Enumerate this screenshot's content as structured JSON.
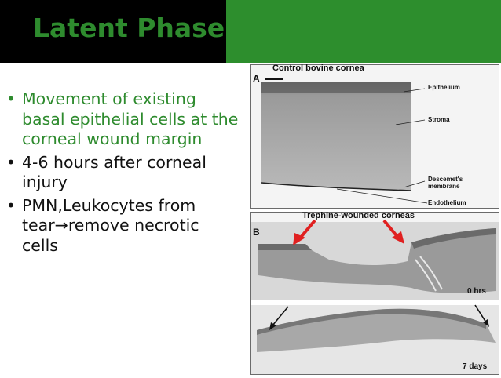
{
  "slide": {
    "title": "Latent Phase",
    "bullets": [
      {
        "text": "Movement of existing basal epithelial cells at the corneal wound margin",
        "color": "#2e8b2e"
      },
      {
        "text": "4-6 hours after corneal injury",
        "color": "#111111"
      },
      {
        "text": "PMN,Leukocytes from tear→remove necrotic cells",
        "color": "#111111"
      }
    ]
  },
  "figure": {
    "panel_a": {
      "letter": "A",
      "title": "Control bovine cornea",
      "labels": {
        "epithelium": "Epithelium",
        "stroma": "Stroma",
        "descemets_line1": "Descemet's",
        "descemets_line2": "membrane",
        "endothelium": "Endothelium"
      }
    },
    "panel_b": {
      "letter": "B",
      "title": "Trephine-wounded corneas",
      "time_top": "0 hrs",
      "time_bottom": "7 days"
    }
  },
  "colors": {
    "title_bg": "#000000",
    "title_text": "#2e8b2e",
    "header_band": "#2d8e2d",
    "arrow_red": "#e02020"
  }
}
